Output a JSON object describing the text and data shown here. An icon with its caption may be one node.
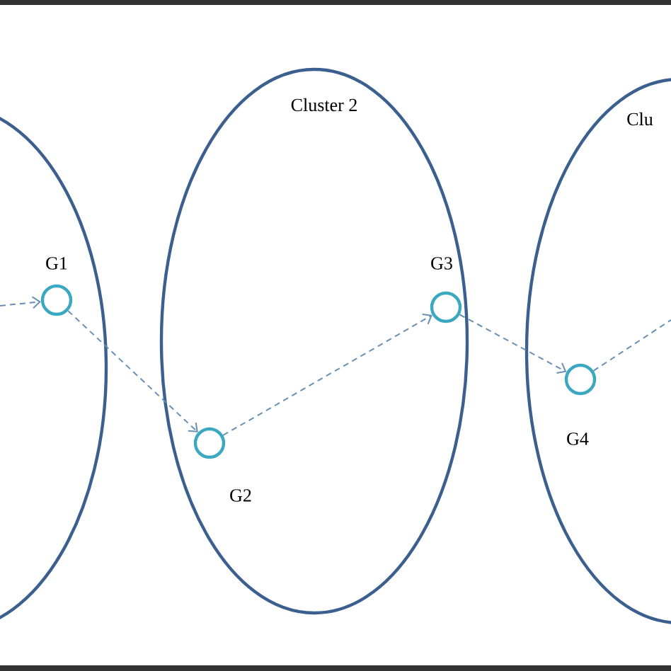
{
  "diagram": {
    "nodes": [
      {
        "text": [],
        "shape": "ellipse"
      },
      {
        "text": [
          "G1"
        ],
        "in": 0
      },
      {
        "text": [
          "Cluster 2"
        ]
      },
      {
        "text": [
          "G2"
        ],
        "in": 2
      },
      {
        "text": [
          "G3"
        ],
        "in": 2
      },
      {
        "text": [
          "Clu"
        ]
      },
      {
        "text": [
          "G4"
        ],
        "in": 5
      }
    ],
    "edges": [
      {
        "from": null,
        "to": 1,
        "arrow": "to",
        "style": "dashed"
      },
      {
        "from": 1,
        "to": 3,
        "arrow": "to",
        "style": "dashed"
      },
      {
        "from": 3,
        "to": 4,
        "arrow": "to",
        "style": "dashed"
      },
      {
        "from": 4,
        "to": 6,
        "arrow": "to",
        "style": "dashed"
      },
      {
        "from": 6,
        "to": null,
        "arrow": "none",
        "style": "dashed"
      }
    ]
  }
}
